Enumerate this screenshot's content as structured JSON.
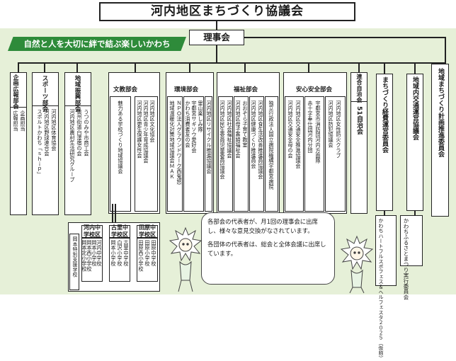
{
  "title": "河内地区まちづくり協議会",
  "slogan": "自然と人を大切に絆で結ぶ楽しいかわち",
  "board": "理事会",
  "columns": [
    {
      "header": "企画広報部会",
      "members": [
        "企画担当",
        "広報担当"
      ]
    },
    {
      "header": "スポーツ部会",
      "members": [
        "河内地区体育協会",
        "河内地区野球連合会",
        "スポルトかわち「ｓｈｉｐ」"
      ]
    },
    {
      "header": "地域振興部会",
      "members": [
        "うつのみや市商工会",
        "奥州街道白澤宿の会",
        "河内地区農村生活研究グループ"
      ]
    }
  ],
  "groups": [
    {
      "header": "文教部会",
      "subcols": [
        [
          "魅力ある学校づくり地域協議会"
        ],
        [
          "河内地区文化協会",
          "河内地区青少年育成協議会",
          "河内地区更生保護女性会"
        ]
      ]
    },
    {
      "header": "環境部会",
      "subcols": [
        [
          "ＮＰＯ法人グラウンドワーク西鬼怒",
          "地域温暖化対策地域協議会ＭＡＫ"
        ],
        [
          "里山楽しみ隊",
          "宇都宮サギソウ愛好会",
          "かわち消費者友の会"
        ],
        [
          "河内地区リサイクル推進協議会"
        ]
      ]
    },
    {
      "header": "福祉部会",
      "subcols": [
        [
          "河内地区社会福祉協議会",
          "河内地区民生委員児童委員協議会"
        ],
        [
          "おおぞら子育て教室",
          "河内地区母子寡婦福祉会"
        ],
        [
          "河内地区食生活改善推進員協議会",
          "河内地区健康づくり推進員会"
        ],
        [
          "独立行政法人国立病院機構宇都宮病院"
        ]
      ]
    },
    {
      "header": "安心安全部会",
      "subcols": [
        [
          "河内地区交通安全推進協議会",
          "河内地区交通安全母の会"
        ],
        [
          "宇都宮市消防団河内方面隊",
          "赤十字奉仕団河内分団"
        ],
        [
          "河内地区女性防火クラブ",
          "河内地区防犯協議会"
        ]
      ]
    }
  ],
  "jichi": {
    "header": "連合自治会",
    "members": [
      "51自治会"
    ]
  },
  "right_columns": [
    {
      "header": "まちづくり経費運営委員会",
      "sub": "かわちハートフルスポフェス＆ヘルフェスタ２０２５（仮称）"
    },
    {
      "header": "地域内交通運営協議会",
      "sub": "かわちふるさとまつり実行委員会"
    },
    {
      "header": "地域まちづくり計画推進委員会",
      "sub": ""
    }
  ],
  "schools": [
    {
      "header": "河内中学校区",
      "members": [
        "河内中学校",
        "岡本小学校",
        "岡本西小学校",
        "岡本北小学校"
      ]
    },
    {
      "header": "古里中学校区",
      "members": [
        "古里中学校",
        "白沢小学校",
        "岡本小学校"
      ]
    },
    {
      "header": "田原中学校区",
      "members": [
        "田原中学校",
        "田原小学校",
        "田原西小学校"
      ]
    }
  ],
  "special_school": "岡本特別支援学校",
  "bubble": {
    "p1": "各部会の代表者が、月1回の理事会に出席し、様々な意見交換がなされています。",
    "p2": "各団体の代表者は、総会と全体会議に出席しています。"
  },
  "colors": {
    "panel": "#e6f0d8",
    "ribbon": "#2e8b3a",
    "line": "#222222"
  }
}
